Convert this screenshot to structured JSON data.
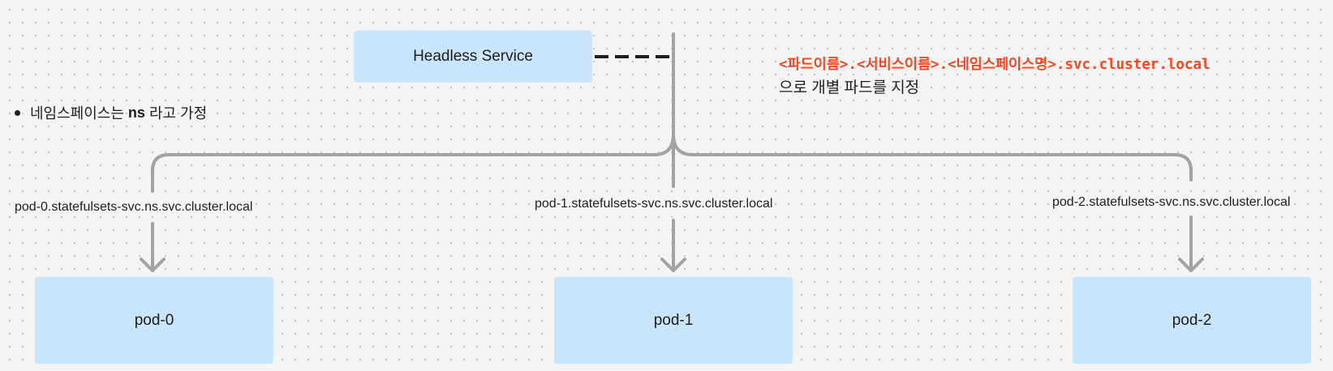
{
  "service": {
    "label": "Headless Service"
  },
  "note": {
    "prefix": "네임스페이스는",
    "emphasis": "ns",
    "suffix": "라고 가정"
  },
  "format": {
    "pattern": "<파드이름>.<서비스이름>.<네임스페이스명>.svc.cluster.local",
    "description": "으로 개별 파드를 지정"
  },
  "pods": [
    {
      "label": "pod-0",
      "dns": "pod-0.statefulsets-svc.ns.svc.cluster.local"
    },
    {
      "label": "pod-1",
      "dns": "pod-1.statefulsets-svc.ns.svc.cluster.local"
    },
    {
      "label": "pod-2",
      "dns": "pod-2.statefulsets-svc.ns.svc.cluster.local"
    }
  ],
  "colors": {
    "box_fill": "#c8e5fb",
    "connector": "#a3a3a3",
    "dashed_link": "#1e1e1e",
    "format_highlight": "#f24822"
  }
}
